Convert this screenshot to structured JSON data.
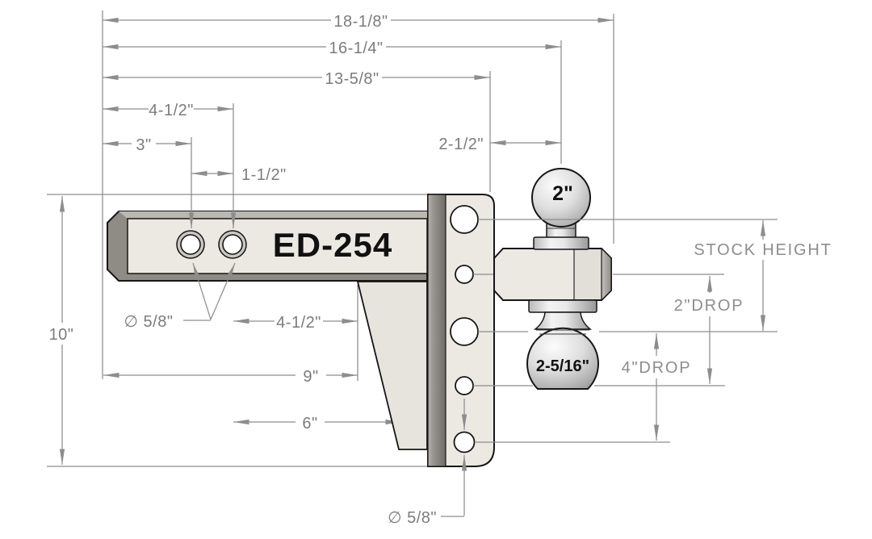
{
  "style": {
    "page_bg": "#ffffff",
    "dim_line": "#8d8d8d",
    "dim_text": "#7c7c7c",
    "outline": "#161616",
    "face": "#ece9e3",
    "face_alt": "#e7e4de",
    "top_band": "#bbb8b2",
    "hole_ring": "#cac7c1",
    "label_ink": "#111111"
  },
  "part": {
    "model": "ED-254",
    "top_ball_size": "2\"",
    "bottom_ball_size": "2-5/16\""
  },
  "annotations": {
    "stock_height": "STOCK HEIGHT",
    "drop_2": "2\"DROP",
    "drop_4": "4\"DROP"
  },
  "dimensions": {
    "overall_length": "18-1/8\"",
    "length_to_ball_center": "16-1/4\"",
    "length_to_channel_face": "13-5/8\"",
    "shank_hole_far": "4-1/2\"",
    "shank_hole_near": "3\"",
    "shank_hole_spacing": "1-1/2\"",
    "ball_overhang": "2-1/2\"",
    "channel_height": "10\"",
    "shank_hole_diameter": "∅ 5/8\"",
    "gusset_to_hole": "4-1/2\"",
    "shank_usable_length": "9\"",
    "gusset_length": "6\"",
    "channel_hole_diameter": "∅ 5/8\""
  }
}
